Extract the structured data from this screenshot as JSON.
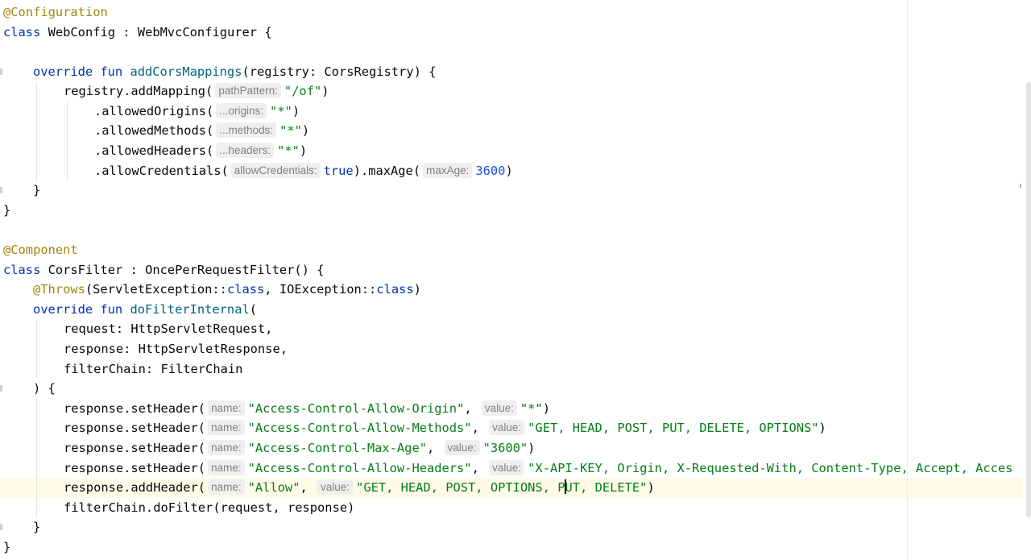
{
  "editor": {
    "lines": [
      {
        "tokens": [
          {
            "c": "ann",
            "t": "@Configuration"
          }
        ]
      },
      {
        "tokens": [
          {
            "c": "kw",
            "t": "class "
          },
          {
            "c": "plain",
            "t": "WebConfig : WebMvcConfigurer {"
          }
        ]
      },
      {
        "tokens": []
      },
      {
        "tokens": [
          {
            "c": "kw",
            "t": "override fun "
          },
          {
            "c": "fn",
            "t": "addCorsMappings"
          },
          {
            "c": "plain",
            "t": "(registry: CorsRegistry) {"
          }
        ]
      },
      {
        "tokens": [
          {
            "c": "plain",
            "t": "registry.addMapping("
          },
          {
            "c": "hint",
            "t": "pathPattern:"
          },
          {
            "c": "str",
            "t": "\"/of\""
          },
          {
            "c": "plain",
            "t": ")"
          }
        ]
      },
      {
        "tokens": [
          {
            "c": "plain",
            "t": ".allowedOrigins("
          },
          {
            "c": "hint",
            "t": "...origins:"
          },
          {
            "c": "str",
            "t": "\"*\""
          },
          {
            "c": "plain",
            "t": ")"
          }
        ]
      },
      {
        "tokens": [
          {
            "c": "plain",
            "t": ".allowedMethods("
          },
          {
            "c": "hint",
            "t": "...methods:"
          },
          {
            "c": "str",
            "t": "\"*\""
          },
          {
            "c": "plain",
            "t": ")"
          }
        ]
      },
      {
        "tokens": [
          {
            "c": "plain",
            "t": ".allowedHeaders("
          },
          {
            "c": "hint",
            "t": "...headers:"
          },
          {
            "c": "str",
            "t": "\"*\""
          },
          {
            "c": "plain",
            "t": ")"
          }
        ]
      },
      {
        "tokens": [
          {
            "c": "plain",
            "t": ".allowCredentials("
          },
          {
            "c": "hint",
            "t": "allowCredentials:"
          },
          {
            "c": "kw",
            "t": "true"
          },
          {
            "c": "plain",
            "t": ").maxAge("
          },
          {
            "c": "hint",
            "t": "maxAge:"
          },
          {
            "c": "num",
            "t": "3600"
          },
          {
            "c": "plain",
            "t": ")"
          }
        ]
      },
      {
        "tokens": [
          {
            "c": "plain",
            "t": "}"
          }
        ]
      },
      {
        "tokens": [
          {
            "c": "plain",
            "t": "}"
          }
        ]
      },
      {
        "tokens": []
      },
      {
        "tokens": [
          {
            "c": "ann",
            "t": "@Component"
          }
        ]
      },
      {
        "tokens": [
          {
            "c": "kw",
            "t": "class "
          },
          {
            "c": "plain",
            "t": "CorsFilter : OncePerRequestFilter() {"
          }
        ]
      },
      {
        "tokens": [
          {
            "c": "ann",
            "t": "@Throws"
          },
          {
            "c": "plain",
            "t": "(ServletException::"
          },
          {
            "c": "kw",
            "t": "class"
          },
          {
            "c": "plain",
            "t": ", IOException::"
          },
          {
            "c": "kw",
            "t": "class"
          },
          {
            "c": "plain",
            "t": ")"
          }
        ]
      },
      {
        "tokens": [
          {
            "c": "kw",
            "t": "override fun "
          },
          {
            "c": "fn",
            "t": "doFilterInternal"
          },
          {
            "c": "plain",
            "t": "("
          }
        ]
      },
      {
        "tokens": [
          {
            "c": "plain",
            "t": "request: HttpServletRequest,"
          }
        ]
      },
      {
        "tokens": [
          {
            "c": "plain",
            "t": "response: HttpServletResponse,"
          }
        ]
      },
      {
        "tokens": [
          {
            "c": "plain",
            "t": "filterChain: FilterChain"
          }
        ]
      },
      {
        "tokens": [
          {
            "c": "plain",
            "t": ") {"
          }
        ]
      },
      {
        "tokens": [
          {
            "c": "plain",
            "t": "response.setHeader("
          },
          {
            "c": "hint",
            "t": "name:"
          },
          {
            "c": "str",
            "t": "\"Access-Control-Allow-Origin\""
          },
          {
            "c": "plain",
            "t": ", "
          },
          {
            "c": "hint",
            "t": "value:"
          },
          {
            "c": "str",
            "t": "\"*\""
          },
          {
            "c": "plain",
            "t": ")"
          }
        ]
      },
      {
        "tokens": [
          {
            "c": "plain",
            "t": "response.setHeader("
          },
          {
            "c": "hint",
            "t": "name:"
          },
          {
            "c": "str",
            "t": "\"Access-Control-Allow-Methods\""
          },
          {
            "c": "plain",
            "t": ", "
          },
          {
            "c": "hint",
            "t": "value:"
          },
          {
            "c": "str",
            "t": "\"GET, HEAD, POST, PUT, DELETE, OPTIONS\""
          },
          {
            "c": "plain",
            "t": ")"
          }
        ]
      },
      {
        "tokens": [
          {
            "c": "plain",
            "t": "response.setHeader("
          },
          {
            "c": "hint",
            "t": "name:"
          },
          {
            "c": "str",
            "t": "\"Access-Control-Max-Age\""
          },
          {
            "c": "plain",
            "t": ", "
          },
          {
            "c": "hint",
            "t": "value:"
          },
          {
            "c": "str",
            "t": "\"3600\""
          },
          {
            "c": "plain",
            "t": ")"
          }
        ]
      },
      {
        "tokens": [
          {
            "c": "plain",
            "t": "response.setHeader("
          },
          {
            "c": "hint",
            "t": "name:"
          },
          {
            "c": "str",
            "t": "\"Access-Control-Allow-Headers\""
          },
          {
            "c": "plain",
            "t": ", "
          },
          {
            "c": "hint",
            "t": "value:"
          },
          {
            "c": "str",
            "t": "\"X-API-KEY, Origin, X-Requested-With, Content-Type, Accept, Acces"
          }
        ]
      },
      {
        "tokens": [
          {
            "c": "plain",
            "t": "response.addHeader("
          },
          {
            "c": "hint",
            "t": "name:"
          },
          {
            "c": "str",
            "t": "\"Allow\""
          },
          {
            "c": "plain",
            "t": ", "
          },
          {
            "c": "hint",
            "t": "value:"
          },
          {
            "c": "str",
            "t": "\"GET, HEAD, POST, OPTIONS, P"
          },
          {
            "c": "caret",
            "t": ""
          },
          {
            "c": "str",
            "t": "UT, DELETE\""
          },
          {
            "c": "plain",
            "t": ")"
          }
        ]
      },
      {
        "tokens": [
          {
            "c": "plain",
            "t": "filterChain.doFilter(request, response)"
          }
        ]
      },
      {
        "tokens": [
          {
            "c": "plain",
            "t": "}"
          }
        ]
      },
      {
        "tokens": [
          {
            "c": "plain",
            "t": "}"
          }
        ]
      }
    ]
  }
}
